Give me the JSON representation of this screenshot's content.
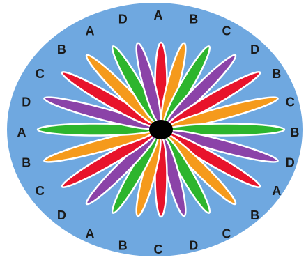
{
  "diagram": {
    "colors": {
      "background": "#ffffff",
      "disk": "#6fa8e0",
      "red": "#e8132b",
      "orange": "#f59a1c",
      "green": "#2db52d",
      "purple": "#8b43a8",
      "center": "#000000",
      "outline": "#ffffff",
      "label": "#1a1a1a"
    },
    "petal_color_sequence": [
      "red",
      "orange",
      "green",
      "purple"
    ],
    "labels": [
      "A",
      "B",
      "C",
      "D",
      "B",
      "C",
      "B",
      "D",
      "A",
      "B",
      "C",
      "D",
      "C",
      "B",
      "A",
      "D",
      "C",
      "B",
      "A",
      "D",
      "C",
      "B",
      "A",
      "D"
    ]
  }
}
